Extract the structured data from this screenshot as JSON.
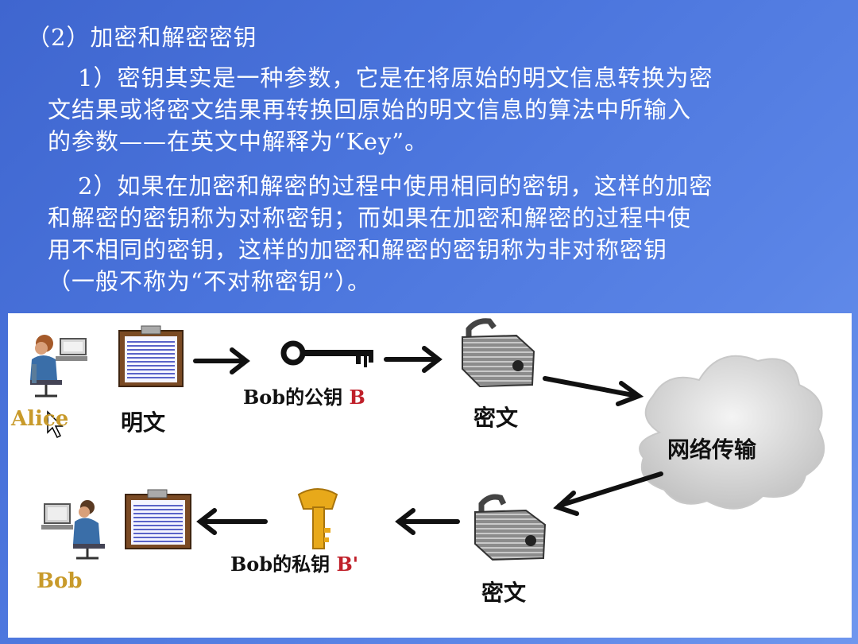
{
  "heading": "（2）加密和解密密钥",
  "paragraphs": [
    {
      "lines": [
        "1）密钥其实是一种参数，它是在将原始的明文信息转换为密",
        "文结果或将密文结果再转换回原始的明文信息的算法中所输入",
        "的参数——在英文中解释为“Key”。"
      ]
    },
    {
      "lines": [
        "2）如果在加密和解密的过程中使用相同的密钥，这样的加密",
        "和解密的密钥称为对称密钥；而如果在加密和解密的过程中使",
        "用不相同的密钥，这样的加密和解密的密钥称为非对称密钥",
        "（一般不称为“不对称密钥”）。"
      ]
    }
  ],
  "diagram": {
    "alice_label": "Alice",
    "bob_label": "Bob",
    "plaintext_top": "明文",
    "public_key_text": "Bob的公钥",
    "public_key_tag": "B",
    "ciphertext_top": "密文",
    "cloud_label": "网络传输",
    "ciphertext_bottom": "密文",
    "private_key_text": "Bob的私钥",
    "private_key_tag": "B'",
    "colors": {
      "person_label": "#c89a2a",
      "key_tag": "#c0202a",
      "private_key": "#e8a91a"
    }
  }
}
